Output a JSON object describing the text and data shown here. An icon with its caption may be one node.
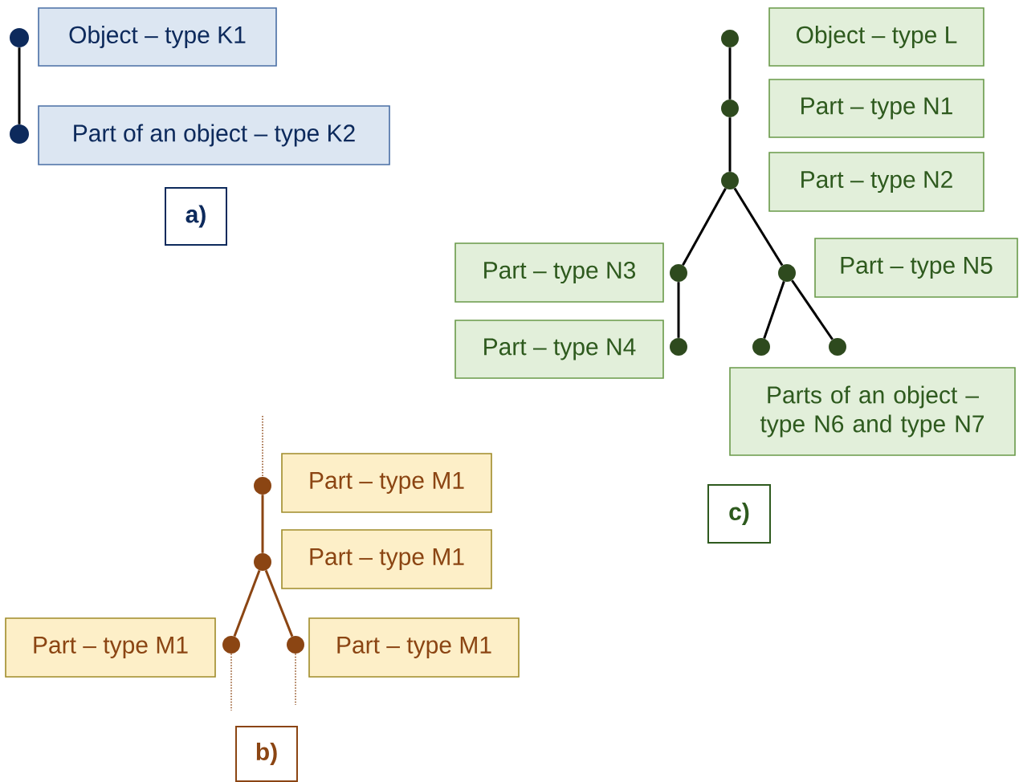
{
  "diagram": {
    "nodes": [
      {
        "text": [
          "Object – type K1"
        ]
      },
      {
        "text": [
          "Part of an object – type K2"
        ]
      },
      {
        "text": [],
        "shape": "circle"
      },
      {
        "text": [],
        "shape": "circle"
      },
      {
        "text": [
          "a)"
        ]
      },
      {
        "text": [
          "Object – type L"
        ]
      },
      {
        "text": [],
        "shape": "circle"
      },
      {
        "text": [
          "Part – type N1"
        ]
      },
      {
        "text": [],
        "shape": "circle"
      },
      {
        "text": [
          "Part – type N2"
        ]
      },
      {
        "text": [],
        "shape": "circle"
      },
      {
        "text": [
          "Part – type N3"
        ]
      },
      {
        "text": [],
        "shape": "circle"
      },
      {
        "text": [],
        "shape": "circle"
      },
      {
        "text": [
          "Part – type N5"
        ]
      },
      {
        "text": [
          "Part – type N4"
        ]
      },
      {
        "text": [],
        "shape": "circle"
      },
      {
        "text": [],
        "shape": "circle"
      },
      {
        "text": [],
        "shape": "circle"
      },
      {
        "text": [
          "Parts of an object – type N6 and type N7"
        ]
      },
      {
        "text": [
          "c)"
        ]
      },
      {
        "text": [
          "Part – type M1"
        ]
      },
      {
        "text": [],
        "shape": "circle"
      },
      {
        "text": [
          "Part – type M1"
        ]
      },
      {
        "text": [],
        "shape": "circle"
      },
      {
        "text": [
          "Part – type M1"
        ]
      },
      {
        "text": [],
        "shape": "circle"
      },
      {
        "text": [],
        "shape": "circle"
      },
      {
        "text": [
          "Part – type M1"
        ]
      },
      {
        "text": [
          "b)"
        ]
      }
    ],
    "edges": [
      {
        "from": 2,
        "to": 3,
        "arrow": "none"
      },
      {
        "from": 6,
        "to": 8,
        "arrow": "none"
      },
      {
        "from": 8,
        "to": 10,
        "arrow": "none"
      },
      {
        "from": 10,
        "to": 12,
        "arrow": "none"
      },
      {
        "from": 10,
        "to": 13,
        "arrow": "none"
      },
      {
        "from": 12,
        "to": 16,
        "arrow": "none"
      },
      {
        "from": 13,
        "to": 17,
        "arrow": "none"
      },
      {
        "from": 13,
        "to": 18,
        "arrow": "none"
      },
      {
        "from": null,
        "to": 22,
        "arrow": "none",
        "style": "dashed",
        "color": "#8b4513"
      },
      {
        "from": 22,
        "to": 24,
        "arrow": "none",
        "color": "#8b4513"
      },
      {
        "from": 24,
        "to": 26,
        "arrow": "none",
        "color": "#8b4513"
      },
      {
        "from": 24,
        "to": 27,
        "arrow": "none",
        "color": "#8b4513"
      },
      {
        "from": 26,
        "to": null,
        "arrow": "none",
        "style": "dashed",
        "color": "#8b4513"
      },
      {
        "from": 27,
        "to": null,
        "arrow": "none",
        "style": "dashed",
        "color": "#8b4513"
      }
    ]
  }
}
